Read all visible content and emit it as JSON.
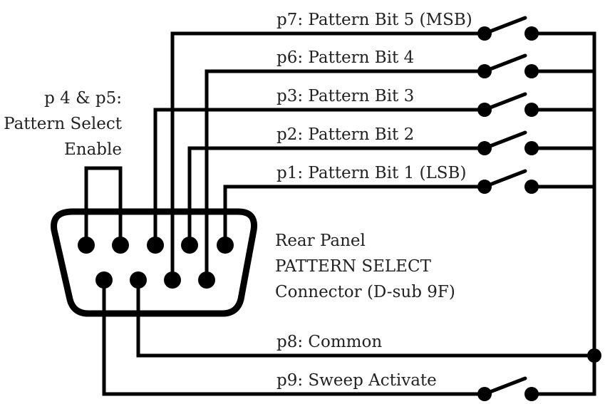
{
  "enable_label": {
    "line1": "p 4 & p5:",
    "line2": "Pattern Select",
    "line3": "Enable"
  },
  "connector_label": {
    "line1": "Rear Panel",
    "line2": "PATTERN SELECT",
    "line3": "Connector (D-sub 9F)"
  },
  "pins": {
    "p7": "p7: Pattern Bit 5 (MSB)",
    "p6": "p6: Pattern Bit 4",
    "p3": "p3: Pattern Bit 3",
    "p2": "p2: Pattern Bit 2",
    "p1": "p1: Pattern Bit 1 (LSB)",
    "p8": "p8: Common",
    "p9": "p9: Sweep Activate"
  },
  "colors": {
    "line": "#000000",
    "text": "#222222",
    "background": "#ffffff"
  }
}
